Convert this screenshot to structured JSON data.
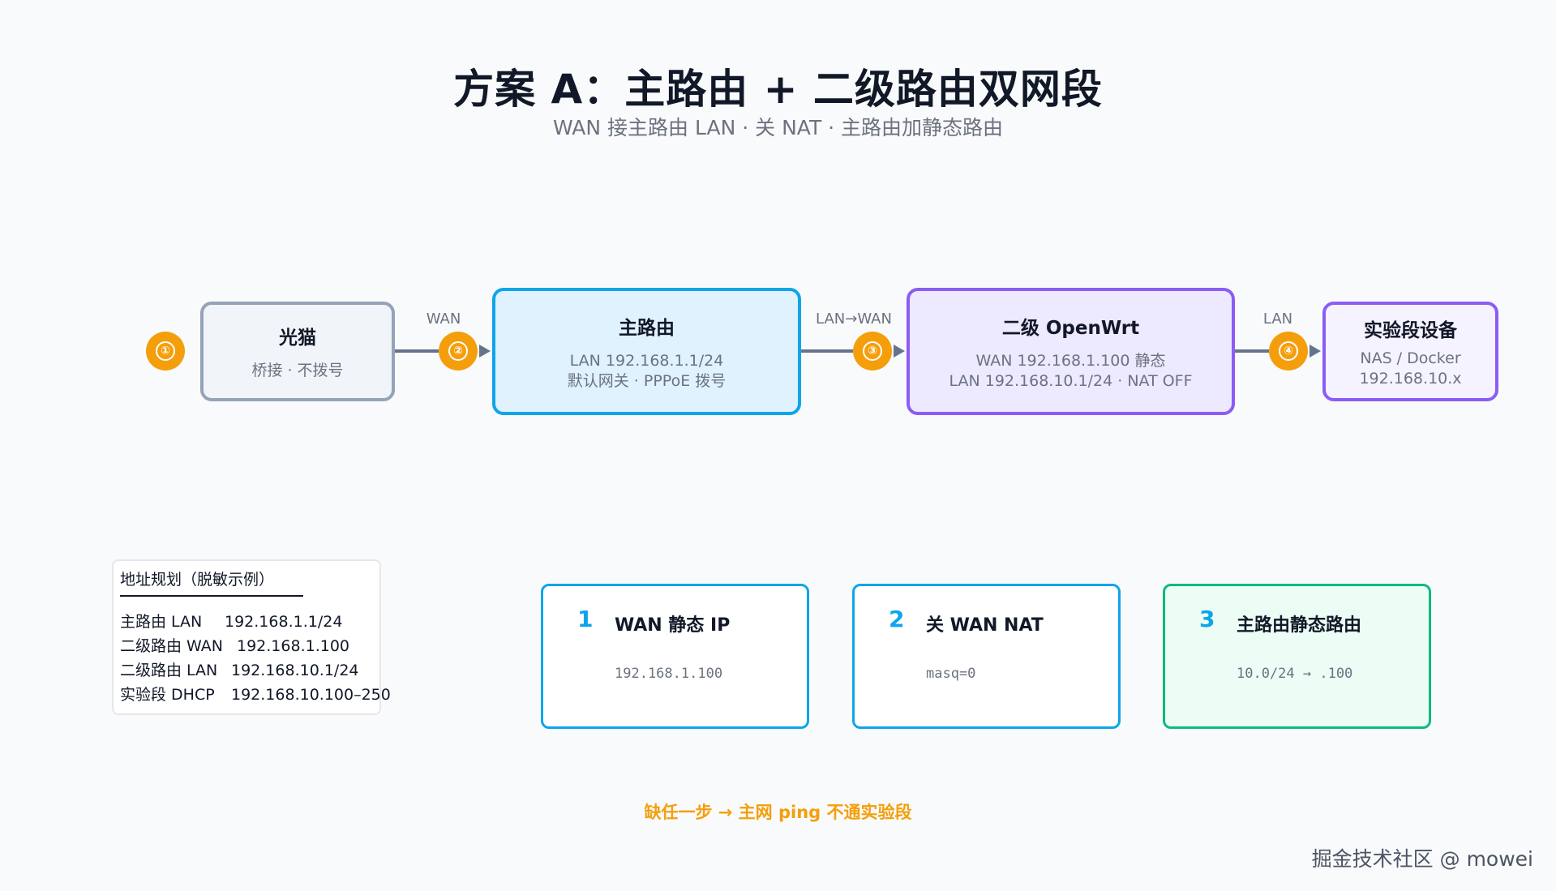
{
  "title": "方案 A：主路由 + 二级路由双网段",
  "subtitle": "WAN 接主路由 LAN · 关 NAT · 主路由加静态路由",
  "badges": [
    "①",
    "②",
    "③",
    "④"
  ],
  "edges": {
    "e1": "WAN",
    "e2": "LAN→WAN",
    "e3": "LAN"
  },
  "nodes": {
    "modem": {
      "title": "光猫",
      "lines": [
        "桥接 · 不拨号"
      ]
    },
    "main_router": {
      "title": "主路由",
      "lines": [
        "LAN 192.168.1.1/24",
        "默认网关 · PPPoE 拨号"
      ]
    },
    "openwrt": {
      "title": "二级 OpenWrt",
      "lines": [
        "WAN 192.168.1.100 静态",
        "LAN 192.168.10.1/24 · NAT OFF"
      ]
    },
    "lab": {
      "title": "实验段设备",
      "lines": [
        "NAS / Docker",
        "192.168.10.x"
      ]
    }
  },
  "address_plan": {
    "heading": "地址规划（脱敏示例）",
    "rows": [
      {
        "key": "主路由 LAN",
        "value": "192.168.1.1/24"
      },
      {
        "key": "二级路由 WAN",
        "value": "192.168.1.100"
      },
      {
        "key": "二级路由 LAN",
        "value": "192.168.10.1/24"
      },
      {
        "key": "实验段 DHCP",
        "value": "192.168.10.100–250"
      }
    ]
  },
  "steps": [
    {
      "num": "1",
      "title": "WAN 静态 IP",
      "code": "192.168.1.100"
    },
    {
      "num": "2",
      "title": "关 WAN NAT",
      "code": "masq=0"
    },
    {
      "num": "3",
      "title": "主路由静态路由",
      "code": "10.0/24 → .100"
    }
  ],
  "warning": "缺任一步 → 主网 ping 不通实验段",
  "watermark": "掘金技术社区 @ mowei",
  "colors": {
    "accent_orange": "#f59e0b",
    "blue": "#0ea5e9",
    "purple": "#8b5cf6",
    "green": "#10b981",
    "gray": "#94a3b8"
  }
}
